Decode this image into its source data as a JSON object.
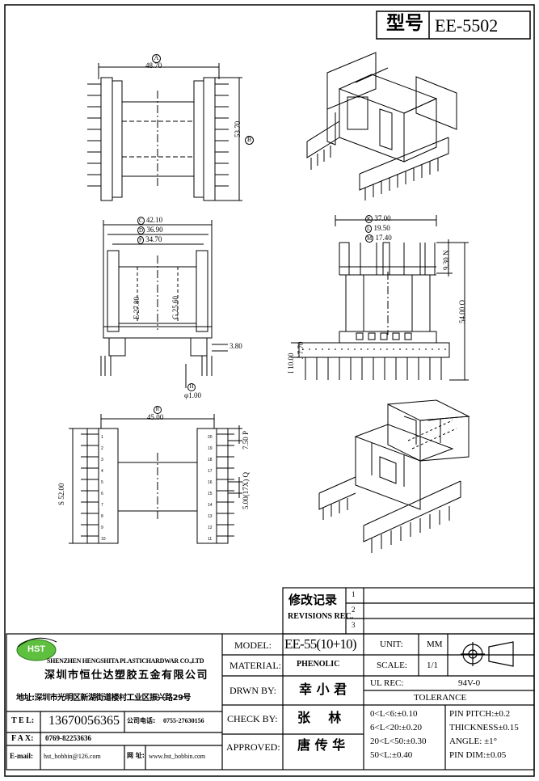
{
  "header": {
    "model_label": "型号",
    "model_value": "EE-5502"
  },
  "views": {
    "top": {
      "width_letter": "A",
      "width_value": "48.70",
      "height_letter": "B",
      "height_value": "53.70"
    },
    "front": {
      "c_letter": "C",
      "c_value": "42.10",
      "d_letter": "D",
      "d_value": "36.90",
      "f_letter": "F",
      "f_value": "34.70",
      "e_letter": "E",
      "e_value": "27.80",
      "g_letter": "G",
      "g_value": "25.60",
      "side_value": "3.80",
      "h_letter": "H",
      "h_value": "φ1.00"
    },
    "side": {
      "k_letter": "K",
      "k_value": "37.00",
      "l_letter": "L",
      "l_value": "19.50",
      "m_letter": "M",
      "m_value": "17.40",
      "n_letter": "N",
      "n_value": "9.30",
      "o_letter": "O",
      "o_value": "54.00",
      "i_letter": "I",
      "i_value": "10.00",
      "j_letter": "J",
      "j_value": "7.70"
    },
    "bottom": {
      "r_letter": "R",
      "r_value": "45.00",
      "s_letter": "S",
      "s_value": "52.00",
      "p_letter": "P",
      "p_value": "7.50",
      "q_letter": "Q",
      "q_value": "5.00(17X)",
      "pin_numbers_left": [
        "1",
        "2",
        "3",
        "4",
        "5",
        "6",
        "7",
        "8",
        "9",
        "10"
      ],
      "pin_numbers_right": [
        "20",
        "19",
        "18",
        "17",
        "16",
        "15",
        "14",
        "13",
        "12",
        "11"
      ]
    }
  },
  "revisions": {
    "title_cn": "修改记录",
    "title_en": "REVISIONS REC.",
    "marks": [
      "1",
      "2",
      "3"
    ]
  },
  "title_block": {
    "logo_text": "HST",
    "company_en": "SHENZHEN HENGSHITA PLASTICHARDWAR CO.,LTD",
    "company_cn": "深圳市恒仕达塑胶五金有限公司",
    "address": "地址:深圳市光明区新湖街道楼村工业区振兴路29号",
    "tel_label": "T E L:",
    "tel_value": "13670056365",
    "company_tel_label": "公司电话:",
    "company_tel_value": "0755-27630156",
    "fax_label": "F A X:",
    "fax_value": "0769-82253636",
    "email_label": "E-mail:",
    "email_value": "hst_bobbin@126.com",
    "web_label": "网 址:",
    "web_value": "www.hst_bobbin.com",
    "model_label": "MODEL:",
    "model_value": "EE-55(10+10)",
    "material_label": "MATERIAL:",
    "material_value": "PHENOLIC",
    "drawn_label": "DRWN BY:",
    "drawn_value": "幸 小 君",
    "check_label": "CHECK BY:",
    "check_value": "张    林",
    "approved_label": "APPROVED:",
    "approved_value": "唐 传 华",
    "unit_label": "UNIT:",
    "unit_value": "MM",
    "scale_label": "SCALE:",
    "scale_value": "1/1",
    "ul_label": "UL REC:",
    "ul_value": "94V-0",
    "tolerance_title": "TOLERANCE",
    "tol_1": "0<L<6:±0.10",
    "tol_2": "6<L<20:±0.20",
    "tol_3": "20<L<50:±0.30",
    "tol_4": "50<L:±0.40",
    "spec_1": "PIN PITCH:±0.2",
    "spec_2": "THICKNESS±0.15",
    "spec_3": "ANGLE: ±1°",
    "spec_4": "PIN DIM:±0.05"
  }
}
